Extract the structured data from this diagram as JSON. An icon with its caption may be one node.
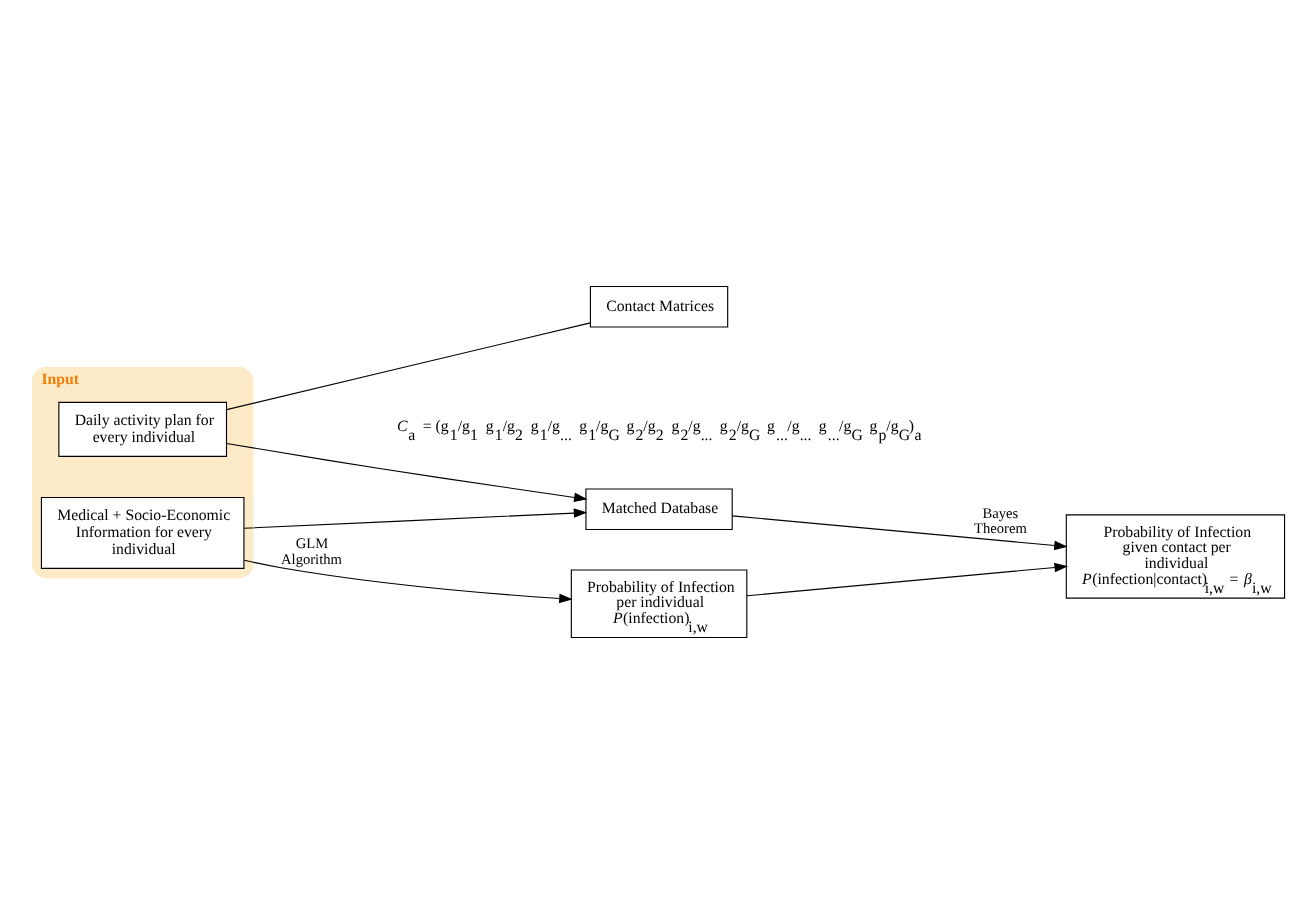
{
  "diagram": {
    "nodes": [
      {
        "text": [
          "Contact Matrices"
        ]
      },
      {
        "text": [
          "Input"
        ]
      },
      {
        "text": [
          "Daily activity plan for every individual"
        ],
        "in": 1
      },
      {
        "text": [
          "Medical + Socio-Economic Information for every individual"
        ],
        "in": 1
      },
      {
        "text": [
          "Matched Database"
        ]
      },
      {
        "text": [
          "Probability of Infection per individual",
          "*P*(infection)$_{i,w}$"
        ]
      },
      {
        "text": [
          "Probability of Infection given contact per individual",
          "*P*(infection|contact)$_{i,w}$ = *β*$_{i,w}$"
        ]
      }
    ],
    "edges": [
      {
        "from": 2,
        "to": 0,
        "arrow": "none"
      },
      {
        "from": 2,
        "to": 4,
        "arrow": "to"
      },
      {
        "from": 3,
        "to": 4,
        "arrow": "to"
      },
      {
        "from": 3,
        "to": 5,
        "arrow": "to",
        "label": "GLM Algorithm"
      },
      {
        "from": 4,
        "to": 6,
        "arrow": "to",
        "label": "Bayes Theorem"
      },
      {
        "from": 5,
        "to": 6,
        "arrow": "to"
      }
    ],
    "labels": [
      "*C*$_{a}$ = (g$_{1}$/g$_{1}$ g$_{1}$/g$_{2}$ g$_{1}$/g$_{...}$ g$_{1}$/g$_{G}$ g$_{2}$/g$_{2}$ g$_{2}$/g$_{...}$ g$_{2}$/g$_{G}$ g$_{...}$/g$_{...}$ g$_{...}$/g$_{G}$ g$_{p}$/g$_{G}$)$_{a}$"
    ]
  }
}
